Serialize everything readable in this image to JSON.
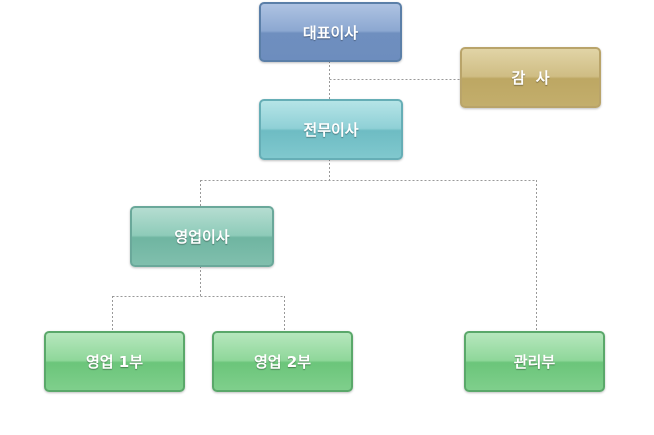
{
  "nodes": {
    "ceo": "대표이사",
    "auditor": "감  사",
    "managing_director": "전무이사",
    "sales_director": "영업이사",
    "sales_1": "영업 1부",
    "sales_2": "영업 2부",
    "management": "관리부"
  },
  "colors": {
    "connector": "#999999",
    "ceo": "#7b9ac8",
    "auditor": "#c9b577",
    "managing_director": "#84c6cc",
    "sales_director": "#85c2b0",
    "departments": "#7fcf8c"
  }
}
